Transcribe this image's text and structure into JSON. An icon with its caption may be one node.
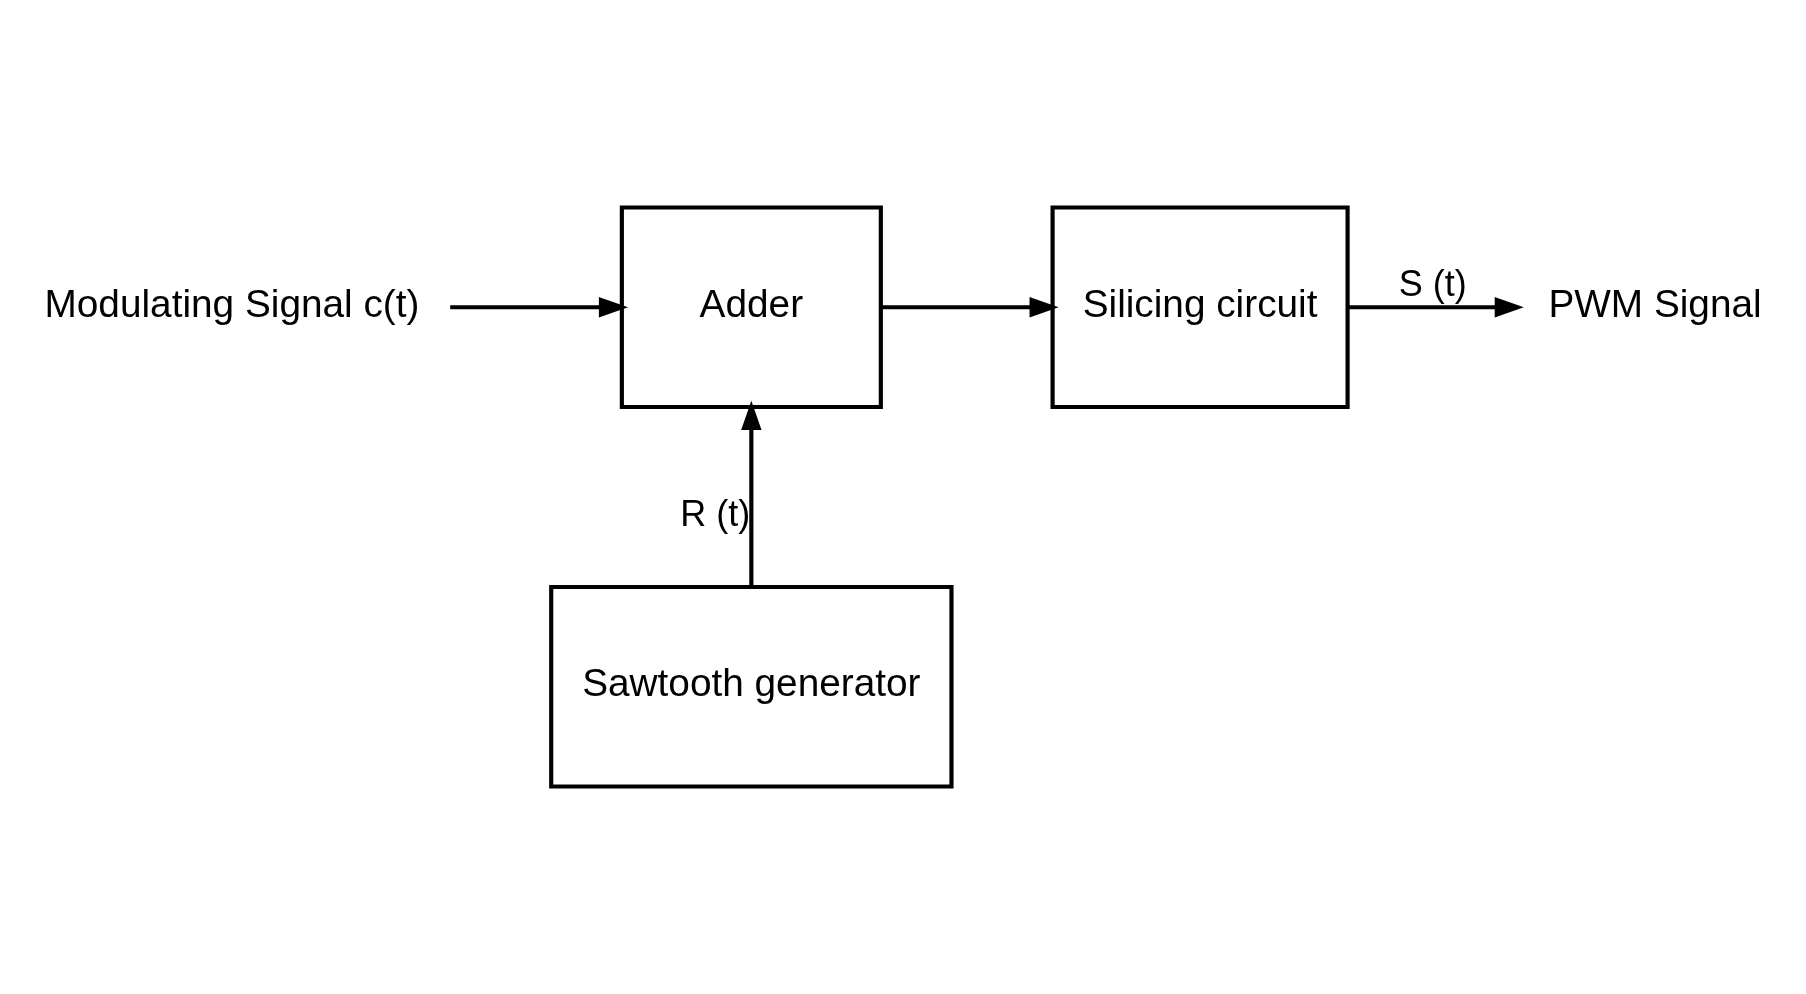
{
  "diagram": {
    "nodes": [
      {
        "text": [
          "Modulating Signal c(t)"
        ]
      },
      {
        "text": [
          "Adder"
        ]
      },
      {
        "text": [
          "Silicing circuit"
        ]
      },
      {
        "text": [
          "Sawtooth generator"
        ]
      },
      {
        "text": [
          "PWM Signal"
        ]
      }
    ],
    "edges": [
      {
        "from": 0,
        "to": 1,
        "arrow": "to"
      },
      {
        "from": 1,
        "to": 2,
        "arrow": "to"
      },
      {
        "from": 2,
        "to": 4,
        "arrow": "to",
        "label": "S (t)"
      },
      {
        "from": 3,
        "to": 1,
        "arrow": "to",
        "label": "R (t)"
      }
    ]
  }
}
